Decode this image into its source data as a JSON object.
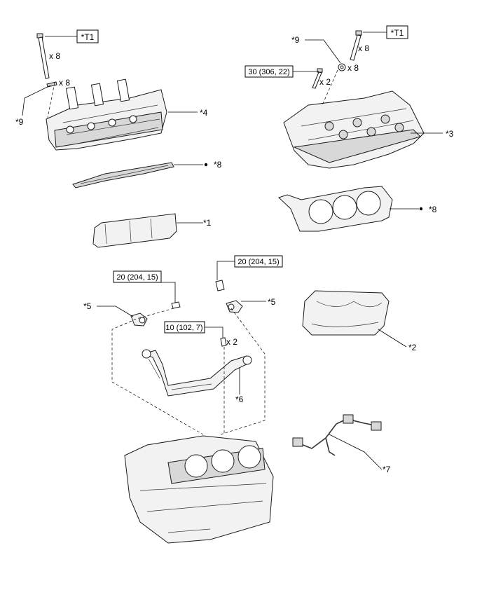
{
  "callouts": {
    "p1": "*1",
    "p2": "*2",
    "p3": "*3",
    "p4": "*4",
    "p5_left": "*5",
    "p5_right": "*5",
    "p6": "*6",
    "p7": "*7",
    "p8_left": "*8",
    "p8_right": "*8",
    "p9_left": "*9",
    "p9_right": "*9",
    "t1_left": "*T1",
    "t1_right": "*T1"
  },
  "quantities": {
    "left_bolt": "x 8",
    "left_pin": "x 8",
    "right_bolt": "x 8",
    "right_washer": "x 8",
    "right_small_bolt": "x 2",
    "pipe_bolt": "x 2"
  },
  "torques": {
    "right_head_bolt": "30 (306, 22)",
    "left_sensor_bolt": "20 (204, 15)",
    "right_sensor_bolt": "20 (204, 15)",
    "pipe_bolt": "10 (102, 7)"
  },
  "colors": {
    "line": "#000000",
    "part_fill": "#f2f2f2",
    "part_shade": "#d8d8d8"
  }
}
